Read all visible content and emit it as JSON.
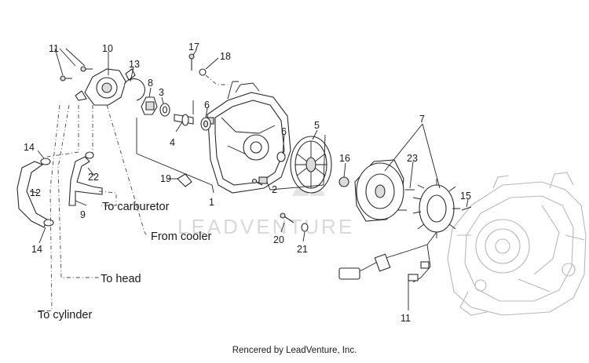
{
  "diagram": {
    "callouts": {
      "c1": "1",
      "c2": "2",
      "c3": "3",
      "c4": "4",
      "c5": "5",
      "c6a": "6",
      "c6b": "6",
      "c7": "7",
      "c8": "8",
      "c9": "9",
      "c10": "10",
      "c11a": "11",
      "c11b": "11",
      "c12": "12",
      "c13": "13",
      "c14a": "14",
      "c14b": "14",
      "c15": "15",
      "c16": "16",
      "c17": "17",
      "c18": "18",
      "c19": "19",
      "c20": "20",
      "c21": "21",
      "c22": "22",
      "c23": "23"
    },
    "notes": {
      "to_carburetor": "To carburetor",
      "from_cooler": "From cooler",
      "to_head": "To head",
      "to_cylinder": "To cylinder"
    },
    "watermark": "LEADVENTURE",
    "footer": "Rencered by LeadVenture, Inc."
  }
}
